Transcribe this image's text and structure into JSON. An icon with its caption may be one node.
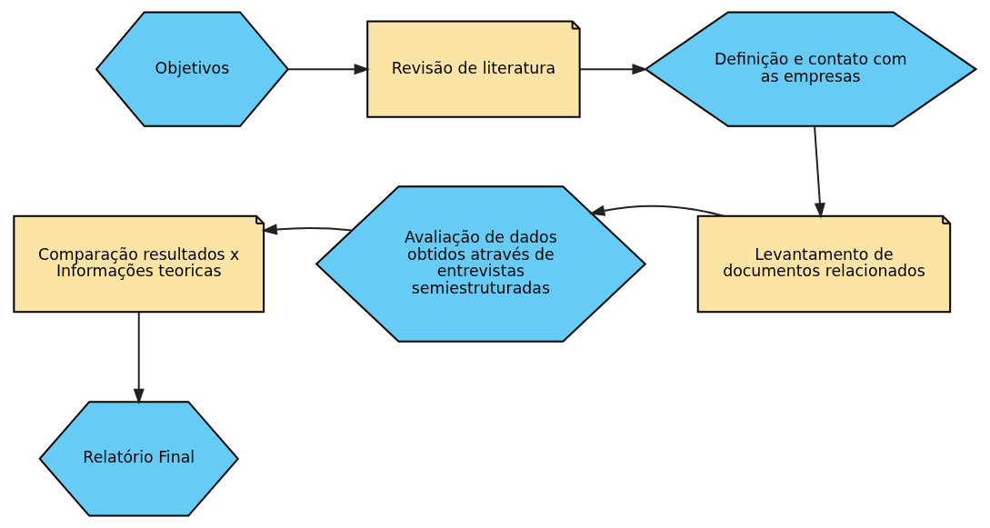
{
  "diagram": {
    "nodes": [
      {
        "text": [
          "Objetivos"
        ]
      },
      {
        "text": [
          "Revisão de literatura"
        ]
      },
      {
        "text": [
          "Definição e contato com as empresas"
        ]
      },
      {
        "text": [
          "Levantamento de documentos relacionados"
        ]
      },
      {
        "text": [
          "Avaliação de dados obtidos através de entrevistas semiestruturadas"
        ]
      },
      {
        "text": [
          "Comparação resultados x Informações teoricas"
        ]
      },
      {
        "text": [
          "Relatório Final"
        ]
      }
    ],
    "edges": [
      {
        "from": 0,
        "to": 1,
        "arrow": "to"
      },
      {
        "from": 1,
        "to": 2,
        "arrow": "to"
      },
      {
        "from": 2,
        "to": 3,
        "arrow": "to"
      },
      {
        "from": 3,
        "to": 4,
        "arrow": "to"
      },
      {
        "from": 4,
        "to": 5,
        "arrow": "to"
      },
      {
        "from": 5,
        "to": 6,
        "arrow": "to"
      }
    ]
  }
}
